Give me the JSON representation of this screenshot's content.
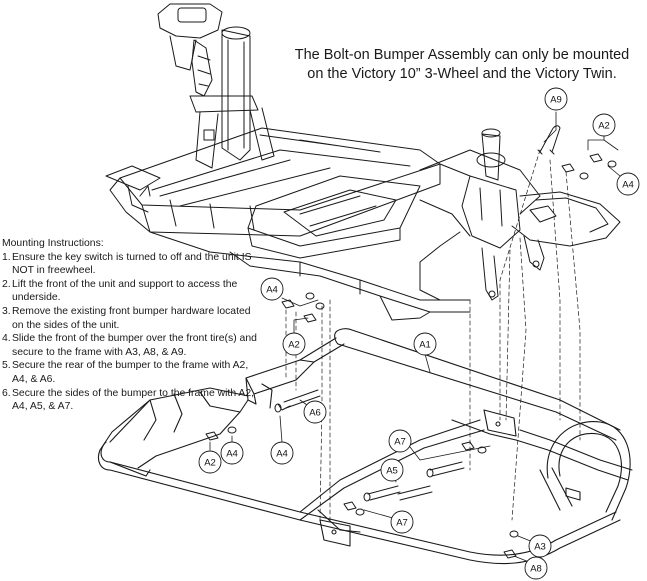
{
  "note": {
    "line1": "The Bolt-on Bumper Assembly can only be mounted",
    "line2": "on the Victory 10” 3-Wheel and the Victory Twin."
  },
  "instructions": {
    "heading": "Mounting Instructions:",
    "steps": [
      {
        "num": "1.",
        "text": "Ensure the key switch is turned to off and the unit IS NOT in freewheel."
      },
      {
        "num": "2.",
        "text": "Lift the front of the unit and support to access the underside."
      },
      {
        "num": "3.",
        "text": "Remove the existing front bumper hardware located on the sides of the unit."
      },
      {
        "num": "4.",
        "text": "Slide the front of the bumper over the front tire(s) and secure to the frame with A3, A8, & A9."
      },
      {
        "num": "5.",
        "text": "Secure the rear of the bumper to the frame with A2, A4, & A6."
      },
      {
        "num": "6.",
        "text": "Secure the sides of the bumper to the frame with A2, A4, A5, & A7."
      }
    ]
  },
  "callouts": {
    "a9": "A9",
    "a2_top": "A2",
    "a4_top": "A4",
    "a4_mid": "A4",
    "a2_mid": "A2",
    "a1": "A1",
    "a6": "A6",
    "a4_low": "A4",
    "a4_left": "A4",
    "a2_left": "A2",
    "a7_top": "A7",
    "a5": "A5",
    "a7_low": "A7",
    "a3": "A3",
    "a8": "A8"
  }
}
